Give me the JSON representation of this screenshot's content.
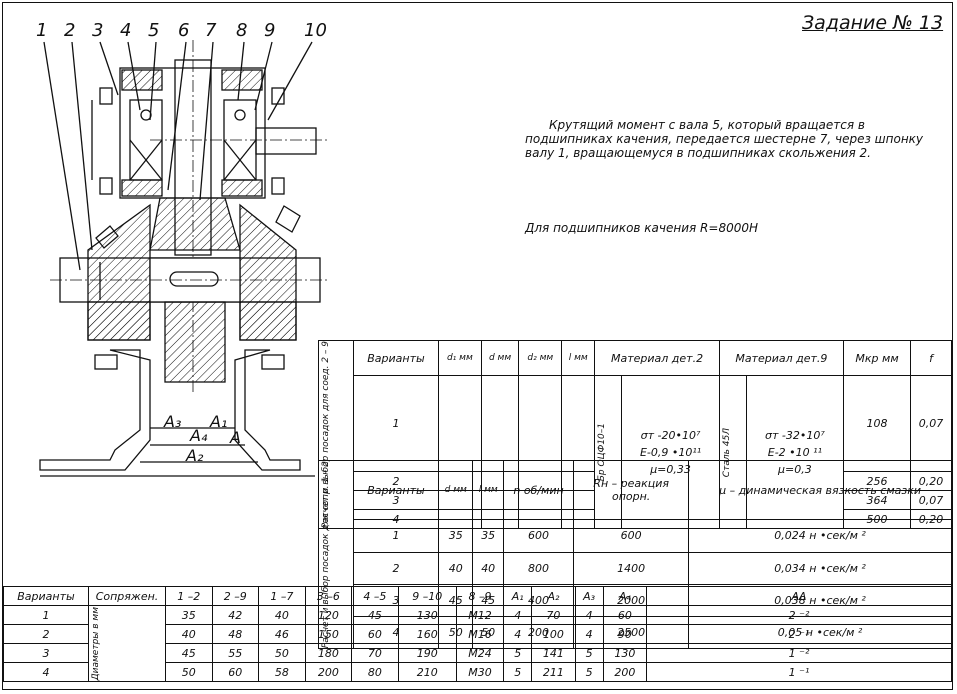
{
  "title": "Задание № 13",
  "description": "Крутящий момент с вала 5, который вращается в подшипниках качения, передается шестерне 7, через шпонку валу 1, вращающемуся в подшипниках скольжения 2.",
  "bearing_note": "Для подшипников качения R=8000Н",
  "callouts": [
    "1",
    "2",
    "3",
    "4",
    "5",
    "6",
    "7",
    "8",
    "9",
    "10"
  ],
  "dims": {
    "a3": "A₃",
    "a4": "A₄",
    "a1": "A₁",
    "a": "A",
    "a2": "A₂"
  },
  "t1": {
    "section_label": "Расчет и выбор посадок для соед. 2 – 9",
    "headers": [
      "Варианты",
      "d₁ мм",
      "d мм",
      "d₂ мм",
      "l мм",
      "Материал дет.2",
      "Материал дет.9",
      "Мкр мм",
      "f"
    ],
    "material2_name": "Бр ОЦФ10–1",
    "material2_props": [
      "σт -20•10⁷",
      "E-0,9 •10¹¹",
      "μ=0,33"
    ],
    "material9_name": "Сталь 45Л",
    "material9_props": [
      "σт -32•10⁷",
      "E-2 •10 ¹¹",
      "μ=0,3"
    ],
    "rows": [
      {
        "v": "1",
        "mkr": "108",
        "f": "0,07"
      },
      {
        "v": "2",
        "mkr": "256",
        "f": "0,20"
      },
      {
        "v": "3",
        "mkr": "364",
        "f": "0,07"
      },
      {
        "v": "4",
        "mkr": "500",
        "f": "0,20"
      }
    ]
  },
  "t2": {
    "section_label": "Расчет и выбор посадок для сопр. 1 – 2",
    "headers": [
      "Варианты",
      "d мм",
      "l мм",
      "n об/мин",
      "Rн – реакция опорн.",
      "μ – динамическая вязкость смазки"
    ],
    "rows": [
      {
        "v": "1",
        "d": "35",
        "l": "35",
        "n": "600",
        "r": "600",
        "mu": "0,024 н •сек/м ²"
      },
      {
        "v": "2",
        "d": "40",
        "l": "40",
        "n": "800",
        "r": "1400",
        "mu": "0,034 н •сек/м ²"
      },
      {
        "v": "3",
        "d": "45",
        "l": "45",
        "n": "400",
        "r": "2000",
        "mu": "0,038 н •сек/м ²"
      },
      {
        "v": "4",
        "d": "50",
        "l": "50",
        "n": "200",
        "r": "2500",
        "mu": "0,05 н •сек/м ²"
      }
    ]
  },
  "t3": {
    "headers": [
      "Варианты",
      "Сопряжен.",
      "1 –2",
      "2 –9",
      "1 –7",
      "3 –6",
      "4 –5",
      "9 –10",
      "8 –9",
      "A₁",
      "A₂",
      "A₃",
      "A₄",
      "AΔ"
    ],
    "side_label": "Диаметры в мм",
    "rows": [
      [
        "1",
        "35",
        "42",
        "40",
        "120",
        "45",
        "130",
        "M12",
        "4",
        "70",
        "4",
        "60",
        "2 ⁻²"
      ],
      [
        "2",
        "40",
        "48",
        "46",
        "150",
        "60",
        "160",
        "M16",
        "4",
        "100",
        "4",
        "90",
        "2 ⁻¹"
      ],
      [
        "3",
        "45",
        "55",
        "50",
        "180",
        "70",
        "190",
        "M24",
        "5",
        "141",
        "5",
        "130",
        "1 ⁻²"
      ],
      [
        "4",
        "50",
        "60",
        "58",
        "200",
        "80",
        "210",
        "M30",
        "5",
        "211",
        "5",
        "200",
        "1 ⁻¹"
      ]
    ]
  }
}
